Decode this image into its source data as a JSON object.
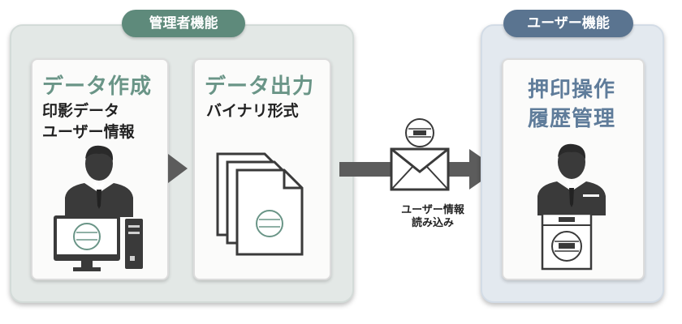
{
  "admin": {
    "header": "管理者機能",
    "card_create": {
      "title": "データ作成",
      "line1": "印影データ",
      "line2": "ユーザー情報"
    },
    "card_output": {
      "title": "データ出力",
      "line1": "バイナリ形式"
    }
  },
  "user": {
    "header": "ユーザー機能",
    "card_history": {
      "title_line1": "押印操作",
      "title_line2": "履歴管理"
    }
  },
  "transfer": {
    "line1": "ユーザー情報",
    "line2": "読み込み"
  },
  "colors": {
    "admin_accent": "#5e8a7b",
    "user_accent": "#5a7490",
    "arrow": "#5c5c5c"
  },
  "icons": [
    "person-icon",
    "computer-icon",
    "documents-icon",
    "envelope-icon",
    "stamp-icon"
  ]
}
